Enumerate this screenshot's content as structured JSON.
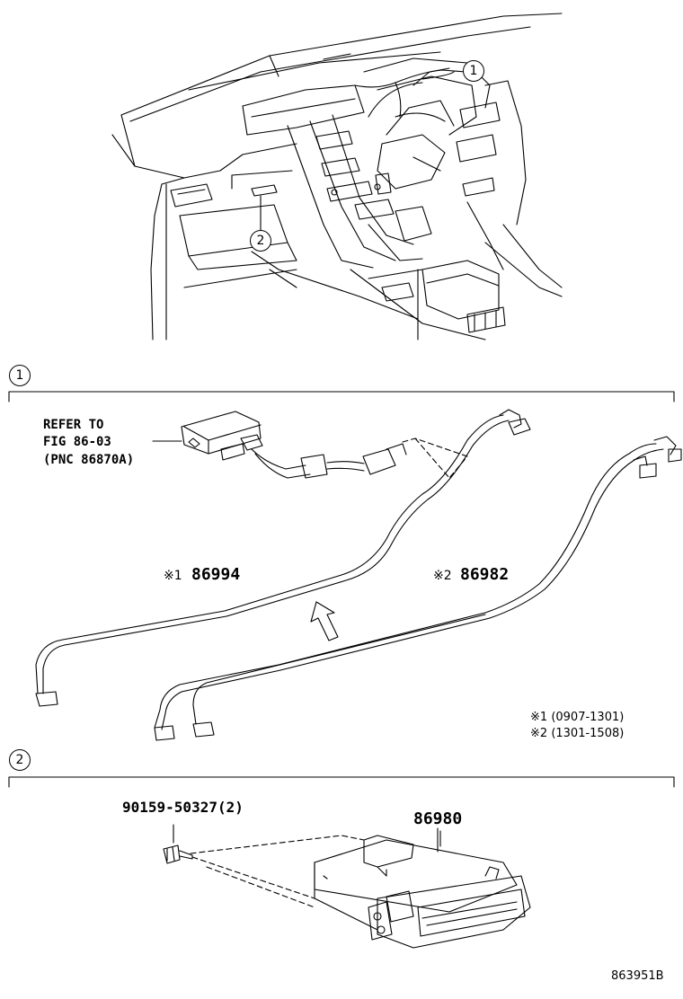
{
  "callouts": {
    "one": "1",
    "two": "2"
  },
  "section1": {
    "refer_line1": "REFER TO",
    "refer_line2": "FIG 86-03",
    "refer_line3": "(PNC 86870A)",
    "part_a": {
      "mark": "※1",
      "number": "86994"
    },
    "part_b": {
      "mark": "※2",
      "number": "86982"
    },
    "notes": [
      {
        "mark": "※1",
        "range": "(0907-1301)"
      },
      {
        "mark": "※2",
        "range": "(1301-1508)"
      }
    ]
  },
  "section2": {
    "bolt_label": "90159-50327(2)",
    "unit_label": "86980"
  },
  "figure_code": "863951B"
}
